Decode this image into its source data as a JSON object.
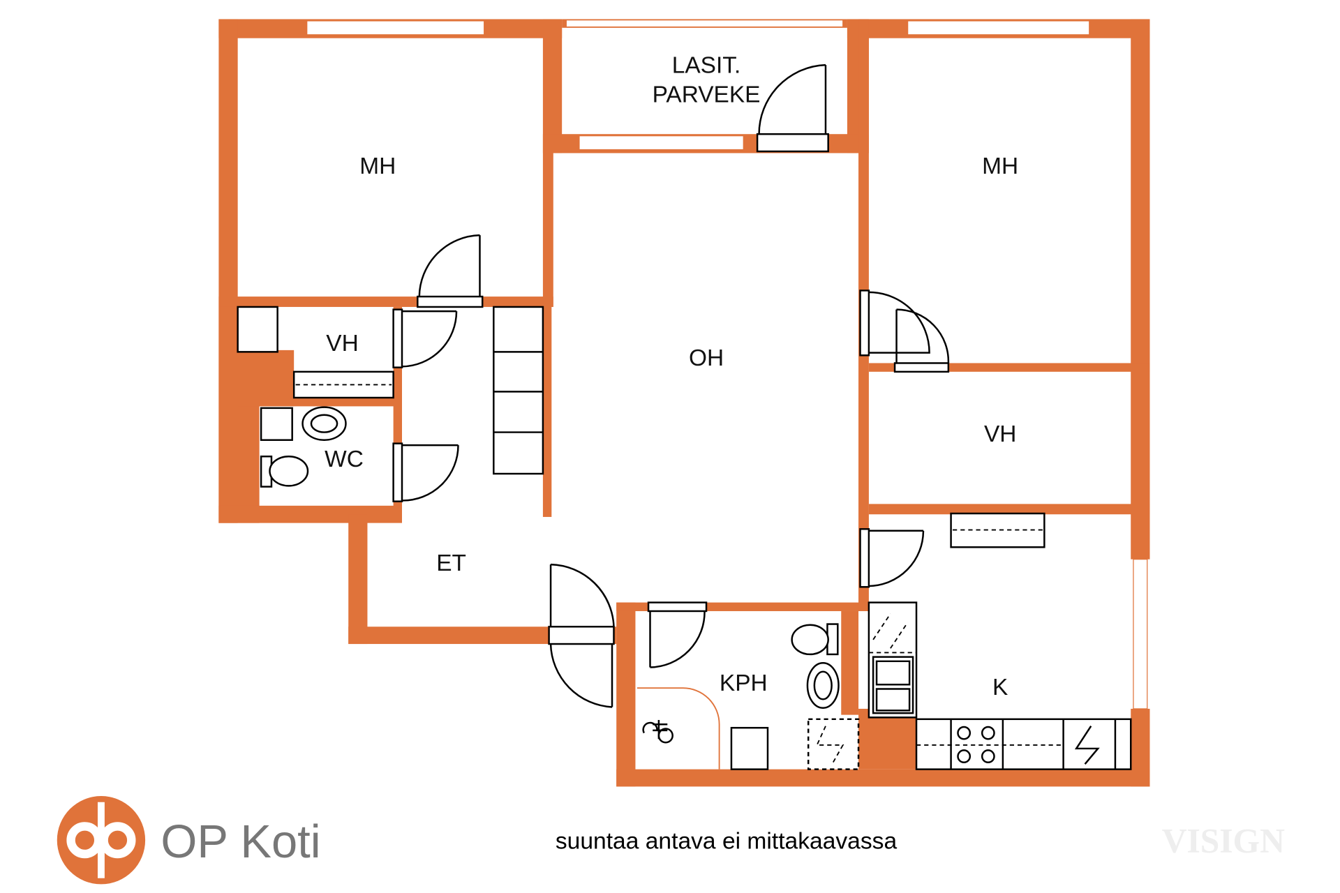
{
  "rooms": {
    "mh_left": "MH",
    "balcony_line1": "LASIT.",
    "balcony_line2": "PARVEKE",
    "mh_right": "MH",
    "oh": "OH",
    "vh_left": "VH",
    "wc": "WC",
    "vh_right": "VH",
    "et": "ET",
    "kph": "KPH",
    "k": "K"
  },
  "footer": {
    "logo_text": "OP Koti",
    "caption": "suuntaa antava ei mittakaavassa",
    "watermark": "VISIGN"
  },
  "colors": {
    "wall": "#E0733A",
    "logo": "#E0733A",
    "logo_text": "#777777"
  }
}
